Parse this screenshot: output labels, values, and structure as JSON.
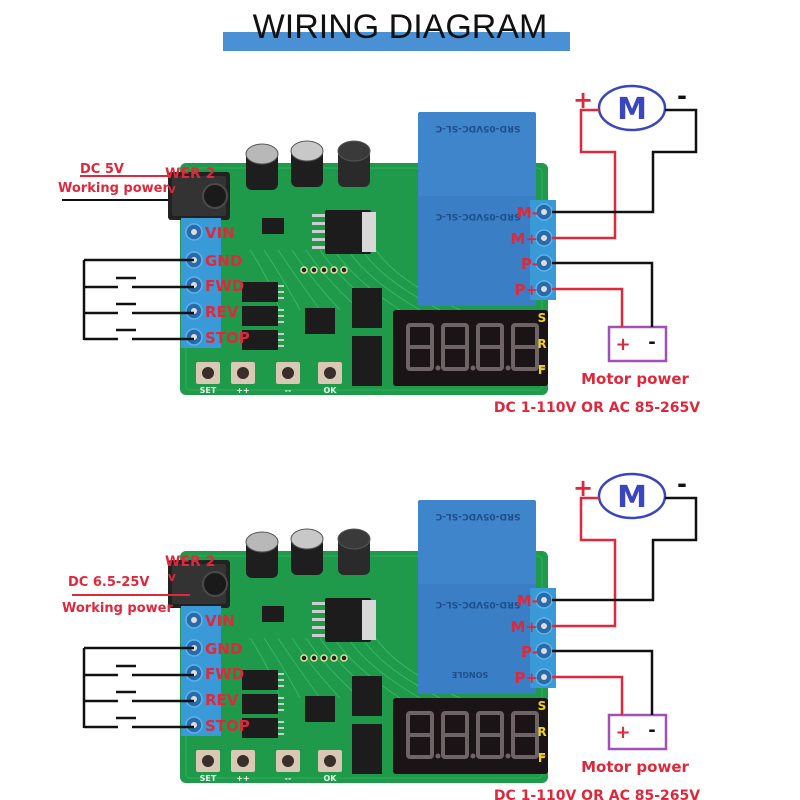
{
  "title": "WIRING DIAGRAM",
  "colors": {
    "title_bar": "#4a90d4",
    "label_red": "#e0283c",
    "wire_red": "#e0283c",
    "wire_black": "#111111",
    "motor_blue": "#3a46c0",
    "power_box": "#a050b8",
    "pcb_green": "#1e9a4a",
    "terminal_blue": "#3a9ad8",
    "relay_blue": "#3f85cc",
    "display_dark": "#1a1416",
    "display_segment": "#6e6466",
    "indicator_yellow": "#f2d21a"
  },
  "diagrams": [
    {
      "id": "top",
      "working_power_voltage": "DC 5V",
      "working_power_label": "Working power",
      "jack_label": "WER 2",
      "jack_sub": "V",
      "input_terminals": [
        "VIN",
        "GND",
        "FWD",
        "REV",
        "STOP"
      ],
      "output_terminals": [
        "M-",
        "M+",
        "P-",
        "P+"
      ],
      "buttons": [
        "SET",
        "++",
        "--",
        "OK"
      ],
      "indicators": [
        "S",
        "R",
        "F"
      ],
      "display_digits": "8.8.8.8.",
      "relay_text": "SRD-05VDC-SL-C",
      "motor_label": "M",
      "motor_plus": "+",
      "motor_minus": "-",
      "power_plus": "+",
      "power_minus": "-",
      "motor_power_label": "Motor power",
      "motor_power_range": "DC 1-110V OR AC 85-265V"
    },
    {
      "id": "bottom",
      "working_power_voltage": "DC 6.5-25V",
      "working_power_label": "Working power",
      "jack_label": "WER 2",
      "jack_sub": "V",
      "input_terminals": [
        "VIN",
        "GND",
        "FWD",
        "REV",
        "STOP"
      ],
      "output_terminals": [
        "M-",
        "M+",
        "P-",
        "P+"
      ],
      "buttons": [
        "SET",
        "++",
        "--",
        "OK"
      ],
      "indicators": [
        "S",
        "R",
        "F"
      ],
      "display_digits": "8.8.8.8.",
      "relay_text": "SRD-05VDC-SL-C",
      "relay_brand": "SONGLE",
      "motor_label": "M",
      "motor_plus": "+",
      "motor_minus": "-",
      "power_plus": "+",
      "power_minus": "-",
      "motor_power_label": "Motor power",
      "motor_power_range": "DC 1-110V OR AC 85-265V"
    }
  ]
}
